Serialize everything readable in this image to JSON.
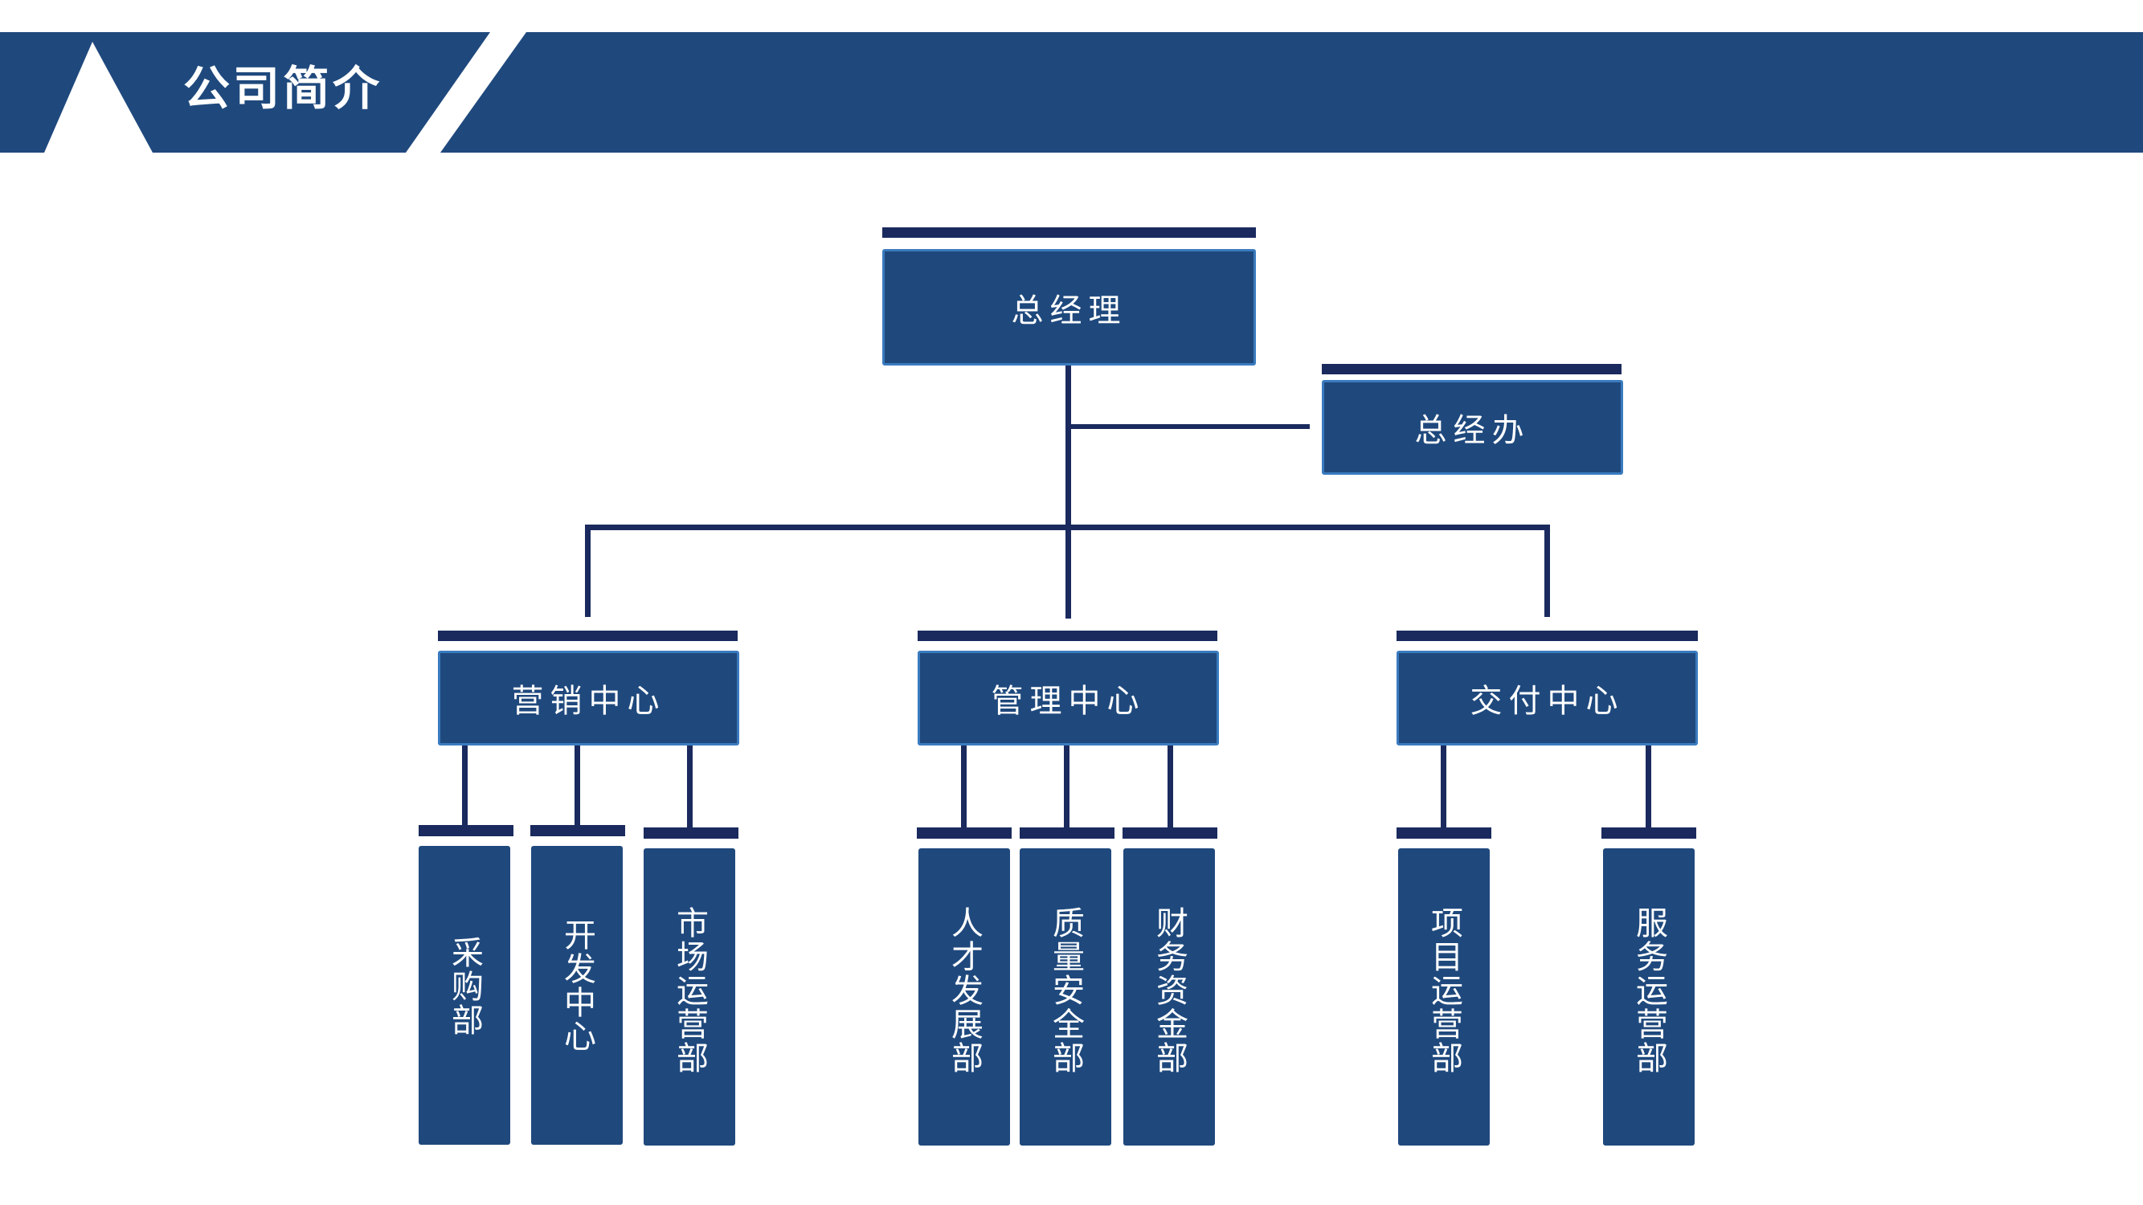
{
  "header": {
    "title": "公司简介"
  },
  "colors": {
    "navy": "#1f497d",
    "connector": "#1a2a5e",
    "box_border": "#3a7bbf"
  },
  "org": {
    "root": "总经理",
    "office": "总经办",
    "centers": {
      "marketing": {
        "label": "营销中心",
        "depts": [
          "采购部",
          "开发中心",
          "市场运营部"
        ]
      },
      "management": {
        "label": "管理中心",
        "depts": [
          "人才发展部",
          "质量安全部",
          "财务资金部"
        ]
      },
      "delivery": {
        "label": "交付中心",
        "depts": [
          "项目运营部",
          "服务运营部"
        ]
      }
    }
  }
}
